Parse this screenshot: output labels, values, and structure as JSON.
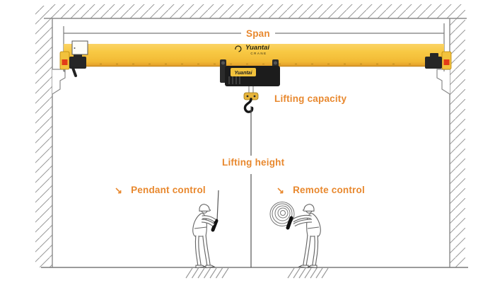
{
  "diagram": {
    "labels": {
      "span": "Span",
      "lifting_capacity": "Lifting capacity",
      "lifting_height": "Lifting height",
      "pendant_control": "Pendant control",
      "remote_control": "Remote control"
    },
    "brand": {
      "beam_logo": "Yuantai",
      "beam_logo_sub": "CRANE",
      "hoist_label": "Yuantai"
    },
    "icons": {
      "pendant_arrow": "↘",
      "remote_arrow": "↘"
    },
    "colors": {
      "accent_orange": "#E8882E",
      "beam_yellow": "#F7C63C",
      "end_truck_yellow": "#F2C23C",
      "end_truck_red": "#E23C18",
      "hoist_black": "#1C1C1C",
      "hook_block_yellow": "#E7B53C",
      "line_gray": "#8A8A8A"
    }
  }
}
